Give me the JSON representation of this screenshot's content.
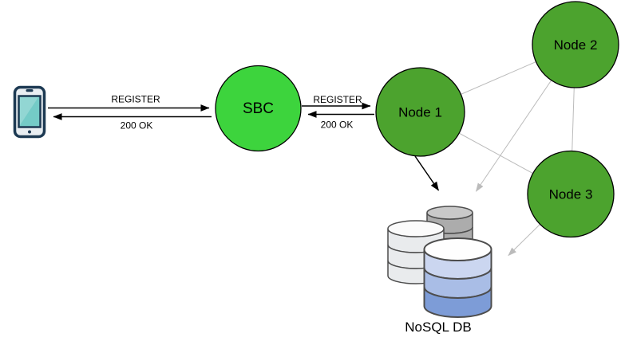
{
  "colors": {
    "background": "#FFFFFF",
    "sbc_fill": "#3DD43D",
    "node_fill": "#4CA32E",
    "shape_stroke": "#000000",
    "arrow_black": "#000000",
    "mesh_gray": "#BBBBBB",
    "phone_outline": "#1D3A53",
    "phone_body": "#E9EEF2",
    "phone_screen": "#74CBC7",
    "db_outline": "#4D4D4D",
    "db_gray_top": "#C9C9C9",
    "db_gray_body": "#ACACAC",
    "db_light_top": "#FBFBFB",
    "db_light_body": "#E9EBED",
    "db_blue_top": "#FEFEFE",
    "db_blue_band1": "#CBD6F0",
    "db_blue_band2": "#A9BDE6",
    "db_blue_band3": "#7D9CD7"
  },
  "nodes": {
    "sbc": {
      "label": "SBC"
    },
    "node1": {
      "label": "Node 1"
    },
    "node2": {
      "label": "Node 2"
    },
    "node3": {
      "label": "Node 3"
    }
  },
  "messages": {
    "client_sbc": {
      "request": "REGISTER",
      "response": "200 OK"
    },
    "sbc_node1": {
      "request": "REGISTER",
      "response": "200 OK"
    }
  },
  "database": {
    "label": "NoSQL DB"
  }
}
